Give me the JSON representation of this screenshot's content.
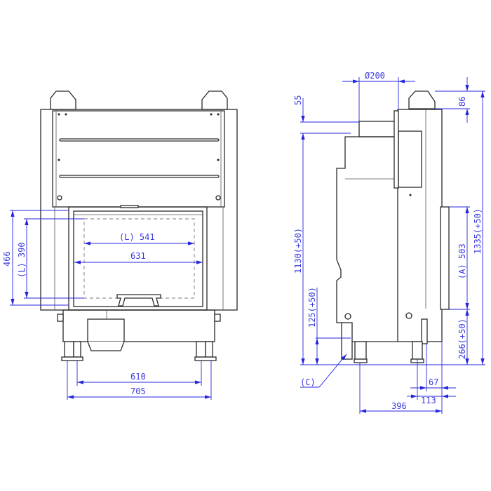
{
  "front_view": {
    "dims": {
      "overall_height": "466",
      "glass_height": "(L) 390",
      "glass_width": "(L) 541",
      "opening_width": "631",
      "feet_span": "610",
      "base_width": "705"
    }
  },
  "side_view": {
    "dims": {
      "flue_diameter": "Ø200",
      "flue_offset": "55",
      "flue_height": "1130(+50)",
      "air_inlet_height": "125(+50)",
      "handle_height": "86",
      "total_height": "1335(+50)",
      "door_height": "(A) 503",
      "door_base_height": "266(+50)",
      "door_depth": "67",
      "frame_depth": "113",
      "total_depth": "396",
      "callout": "(C)"
    }
  },
  "colors": {
    "dimension": "#2626e0",
    "outline": "#2a2a2a"
  }
}
